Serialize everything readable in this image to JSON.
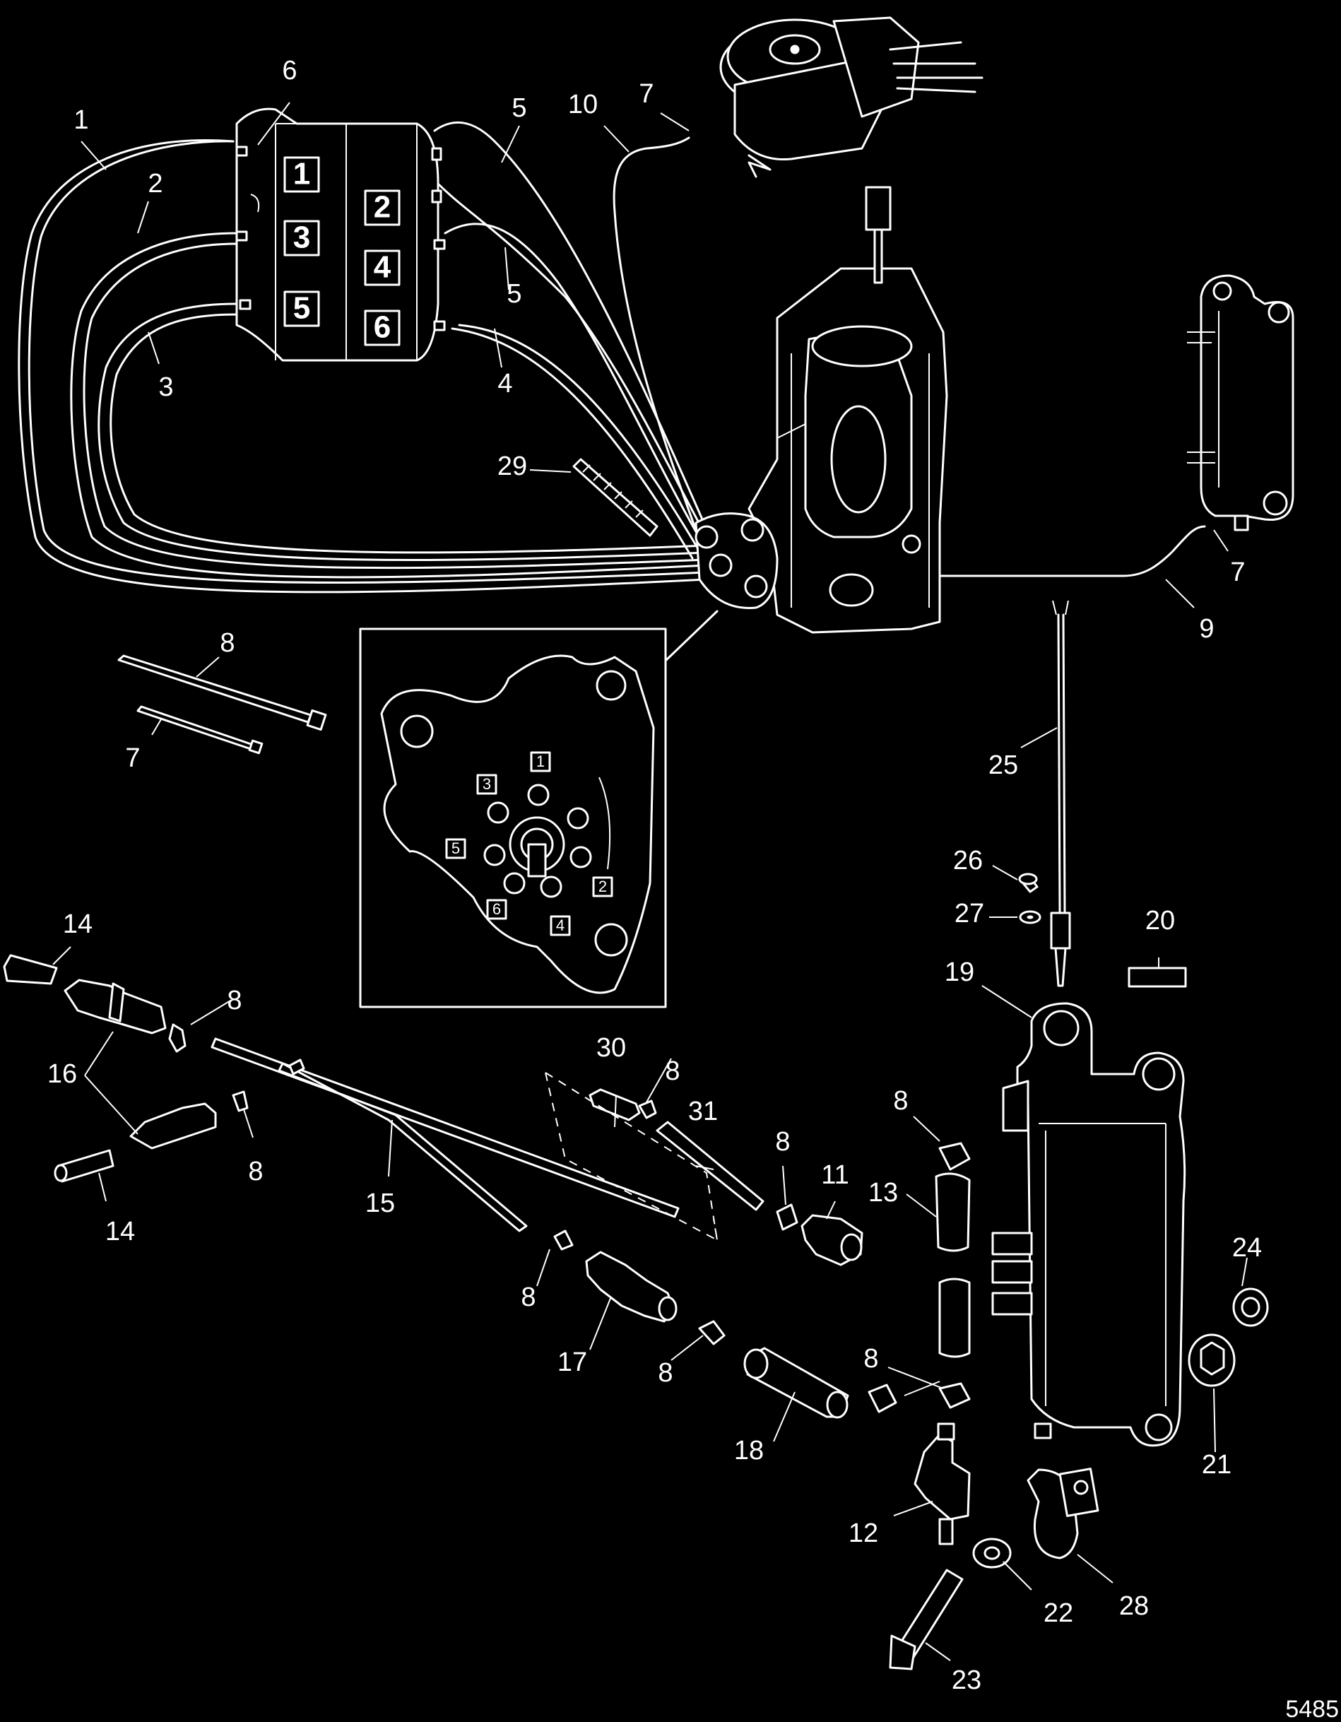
{
  "figure_number": "5485",
  "callouts": [
    "1",
    "2",
    "3",
    "4",
    "5",
    "5",
    "6",
    "7",
    "7",
    "7",
    "8",
    "8",
    "8",
    "8",
    "8",
    "8",
    "8",
    "8",
    "8",
    "9",
    "10",
    "11",
    "12",
    "13",
    "14",
    "14",
    "15",
    "16",
    "17",
    "18",
    "19",
    "20",
    "21",
    "22",
    "23",
    "24",
    "25",
    "26",
    "27",
    "28",
    "29",
    "30",
    "31"
  ],
  "manifold_numbers": [
    "1",
    "2",
    "3",
    "4",
    "5",
    "6"
  ],
  "detail_numbers": [
    "1",
    "2",
    "3",
    "4",
    "5",
    "6"
  ]
}
